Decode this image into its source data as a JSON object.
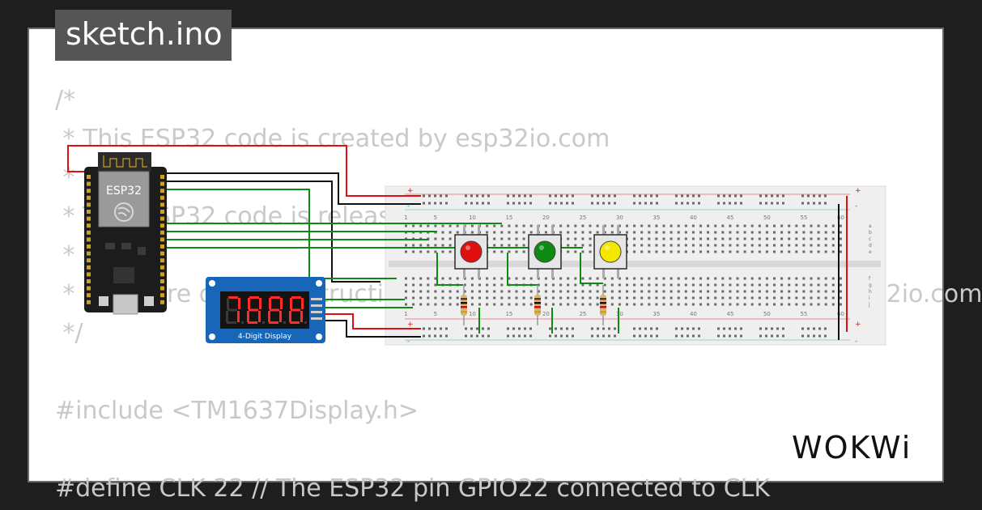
{
  "file_tab": {
    "label": "sketch.ino"
  },
  "code_lines": [
    "/*",
    " * This ESP32 code is created by esp32io.com",
    " *",
    " * This ESP32 code is released in the public domain",
    " *",
    " * For more detail (instruction and wiring diagram), visit https://esp32io.com",
    " */",
    "",
    "#include <TM1637Display.h>",
    "",
    "#define CLK 22 // The ESP32 pin GPIO22 connected to CLK"
  ],
  "circuit": {
    "esp32": {
      "label": "ESP32"
    },
    "display": {
      "label": "4-Digit Display",
      "digits": "7888",
      "digit_color": "#ff2a2a"
    },
    "buttons": [
      {
        "color_name": "red",
        "color": "#e01010"
      },
      {
        "color_name": "green",
        "color": "#0c8a12"
      },
      {
        "color_name": "yellow",
        "color": "#f4e800"
      }
    ],
    "breadboard": {
      "column_numbers": [
        "1",
        "5",
        "10",
        "15",
        "20",
        "25",
        "30",
        "35",
        "40",
        "45",
        "50",
        "55",
        "60"
      ],
      "row_letters_top": [
        "a",
        "b",
        "c",
        "d",
        "e"
      ],
      "row_letters_bottom": [
        "f",
        "g",
        "h",
        "i",
        "j"
      ],
      "rail_signs": [
        "+",
        "-"
      ]
    },
    "wire_colors": {
      "red": "#e01010",
      "black": "#111111",
      "green": "#0c8a12"
    }
  },
  "brand": {
    "logo_text": "WOKWi"
  }
}
